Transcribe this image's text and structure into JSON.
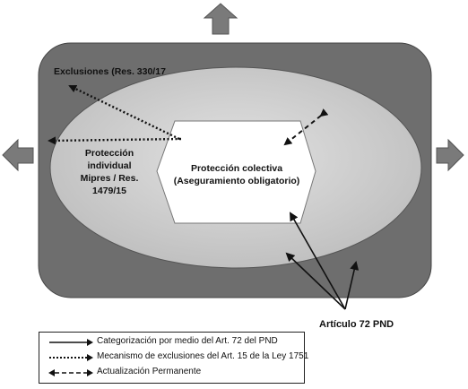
{
  "diagram": {
    "outer_region_label": "Exclusiones (Res. 330/17",
    "ellipse_label_lines": [
      "Protección",
      "individual",
      "Mipres / Res.",
      "1479/15"
    ],
    "hexagon_label_lines": [
      "Protección colectiva",
      "(Aseguramiento obligatorio)"
    ],
    "article_label": "Artículo 72 PND",
    "colors": {
      "outer_rect": "#6e6e6e",
      "ellipse": "#c4c4c4",
      "hexagon": "#ffffff",
      "arrows": "#111111",
      "side_arrows": "#7a7a7a"
    }
  },
  "legend": {
    "items": [
      {
        "style": "solid",
        "label": "Categorización por medio del Art. 72 del PND"
      },
      {
        "style": "dotted",
        "label": "Mecanismo de exclusiones del Art. 15 de la Ley 1751"
      },
      {
        "style": "dashed",
        "label": "Actualización Permanente"
      }
    ]
  }
}
